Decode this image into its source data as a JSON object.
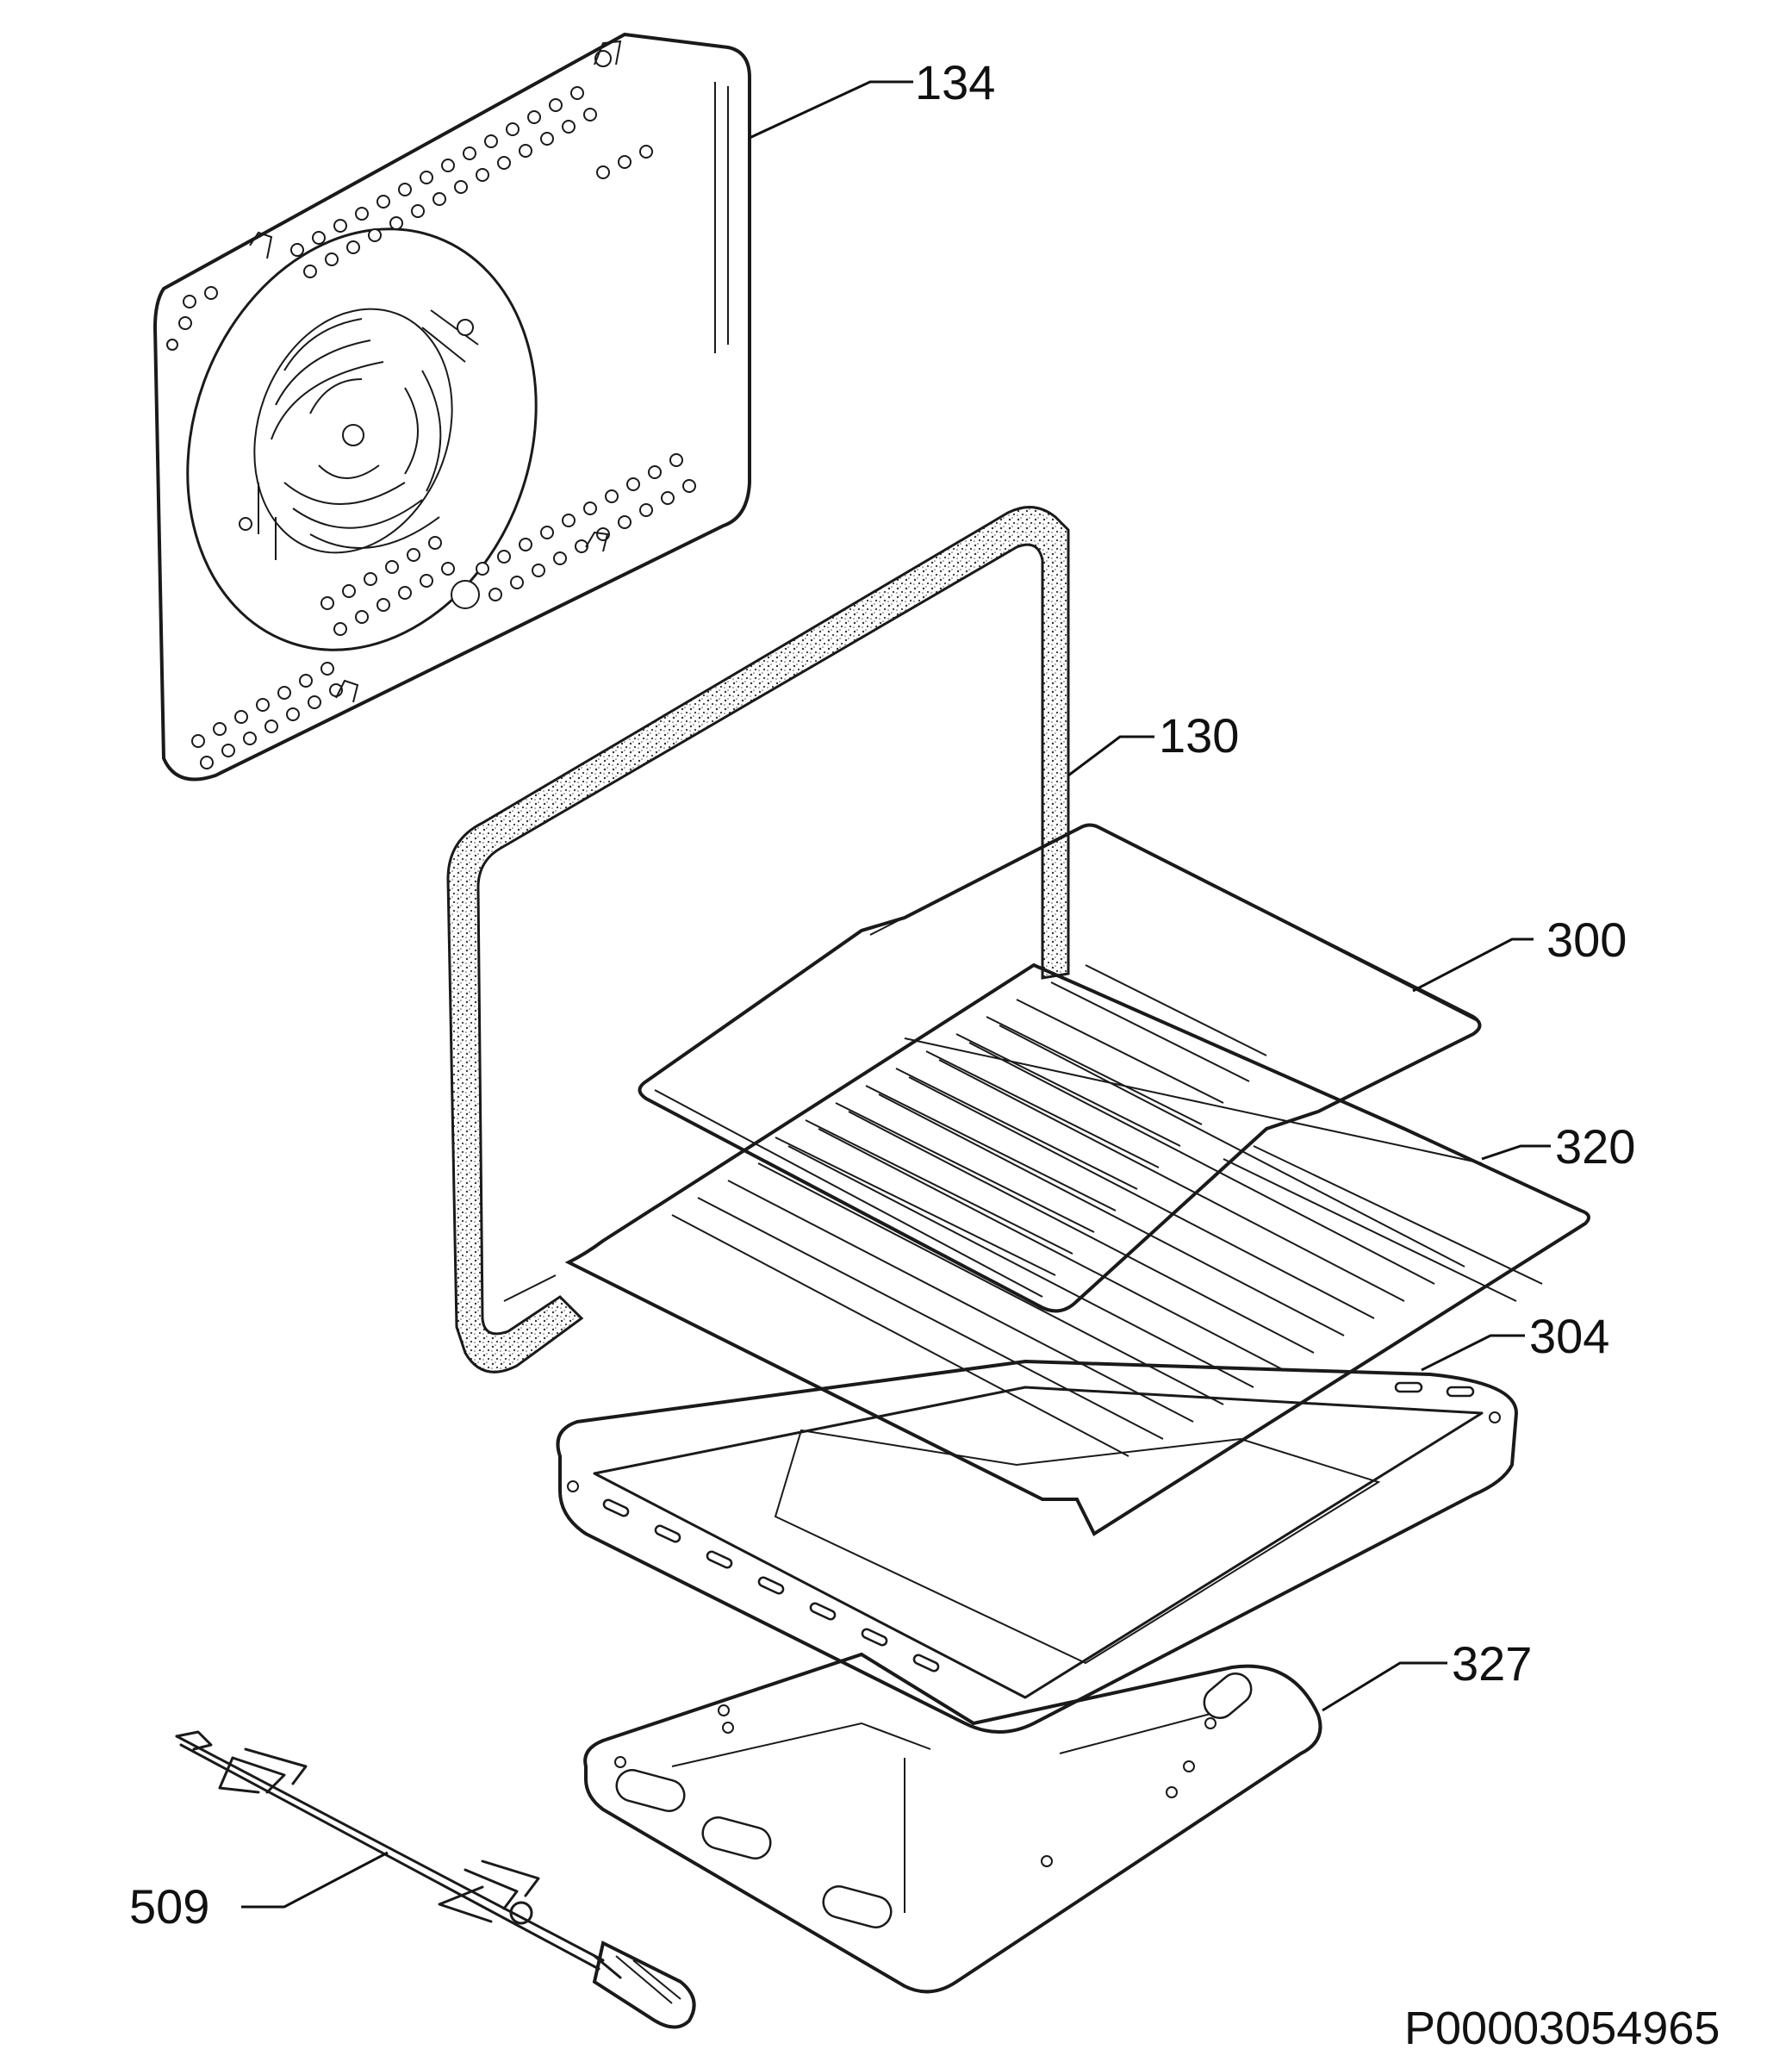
{
  "document_code": "P00003054965",
  "parts": [
    {
      "number": "134",
      "name_icon": "back-panel-icon"
    },
    {
      "number": "130",
      "name_icon": "door-seal-icon"
    },
    {
      "number": "300",
      "name_icon": "wire-shelf-icon"
    },
    {
      "number": "320",
      "name_icon": "grill-rack-icon"
    },
    {
      "number": "304",
      "name_icon": "baking-tray-icon"
    },
    {
      "number": "327",
      "name_icon": "bottom-cover-icon"
    },
    {
      "number": "509",
      "name_icon": "rotisserie-spit-icon"
    }
  ]
}
